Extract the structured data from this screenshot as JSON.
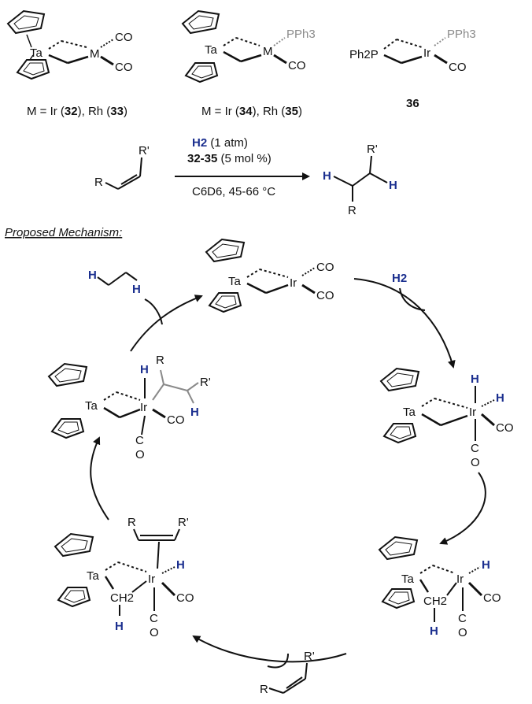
{
  "top_row": {
    "caption_32_33": [
      "M = Ir (",
      "32",
      "), Rh (",
      "33",
      ")"
    ],
    "caption_34_35": [
      "M = Ir (",
      "34",
      "), Rh (",
      "35",
      ")"
    ],
    "label_36": "36",
    "metal_label": "M",
    "ta_label": "Ta",
    "ir_label": "Ir",
    "co_label": "CO",
    "pph3_label": "PPh3",
    "ph2p_label": "Ph2P"
  },
  "reaction": {
    "substituent_r": "R",
    "substituent_r_prime": "R'",
    "h2_label": "H2",
    "h2_condition": "(1 atm)",
    "catalyst_label": "32-35",
    "catalyst_loading": "(5 mol %)",
    "solvent": "C6D6, 45-66 °C",
    "product_h": "H"
  },
  "mechanism": {
    "heading": "Proposed Mechanism:",
    "h2_input": "H2",
    "hydrogen": "H",
    "ch2": "CH2",
    "co": "CO",
    "c": "C",
    "o": "O",
    "r": "R",
    "r_prime": "R'"
  },
  "colors": {
    "hydrogen": "#1b2f8f",
    "bond": "#111111",
    "phosphine": "#8a8a8a"
  }
}
